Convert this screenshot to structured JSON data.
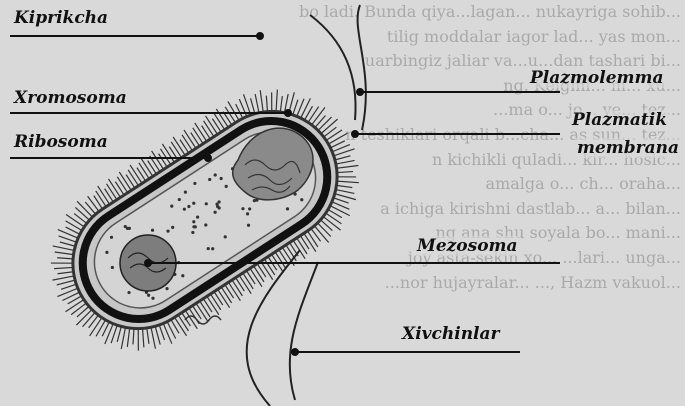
{
  "background_text": [
    "bo ladi. Bunda qiya...lagan... nukayriga sohib...",
    "tilig moddalar iagor lad... yas mon...",
    "uarbingiz jaliar va...u...dan tashari bi...",
    "ng. Kelgmi... m... xu...",
    "...ma o... jo... ve... tez...",
    "n teshiklari orqali b...cha... as sun... tez...",
    "n kichikli quladi... kir... hosic...",
    "amalga o... ch... oraha...",
    "a ichiga kirishni dastlab... a... bilan...",
    "ng ana shu soyala bo... mani...",
    "joy asta-sekin xo... ...lari... unga...",
    "...nor hujayralar... ..., Hazm vakuol..."
  ],
  "labels": {
    "kiprikcha": "Kiprikcha",
    "xromosoma": "Xromosoma",
    "ribosoma": "Ribosoma",
    "plazmolemma": "Plazmolemma",
    "plazmatik_line1": "Plazmatik",
    "plazmatik_line2": "membrana",
    "mezosoma": "Mezosoma",
    "xivchinlar": "Xivchinlar"
  },
  "colors": {
    "background": "#d9d9d9",
    "ink": "#111111",
    "cytoplasm": "#d4d4d4",
    "membrane": "#222222"
  }
}
